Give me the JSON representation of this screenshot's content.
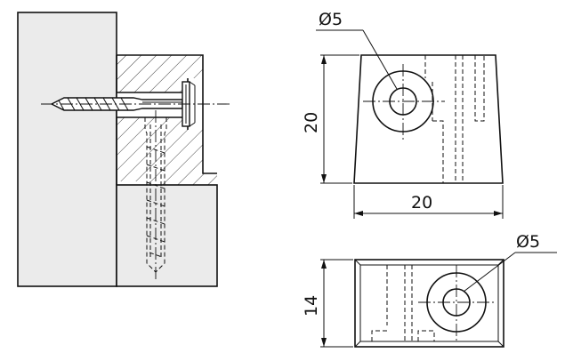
{
  "front_view": {
    "hole_label": "Ø5",
    "height_label": "20",
    "width_label": "20"
  },
  "bottom_view": {
    "hole_label": "Ø5",
    "height_label": "14"
  },
  "colors": {
    "line": "#111111",
    "wall_fill": "#ebebeb",
    "background": "#ffffff"
  }
}
